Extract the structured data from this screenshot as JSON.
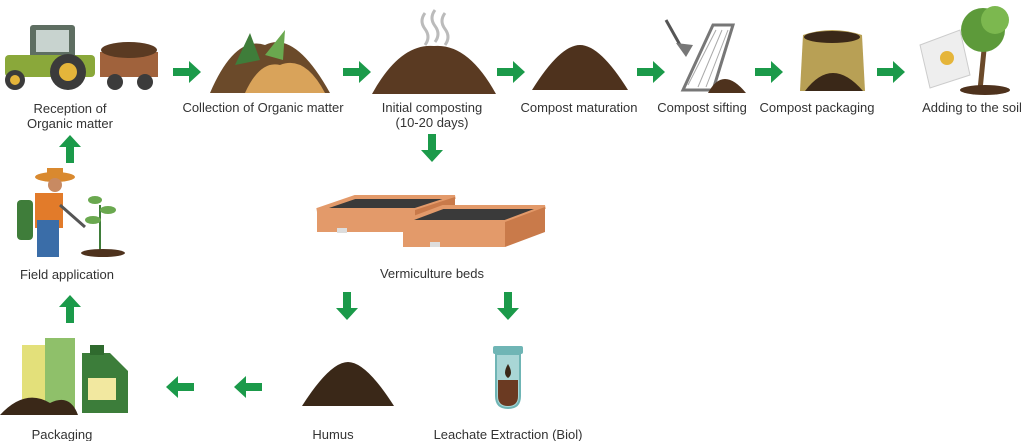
{
  "colors": {
    "arrow": "#1b9a4a",
    "compost": "#5a3a22",
    "bed": "#e39a6a",
    "text": "#333333"
  },
  "steps": {
    "reception": {
      "line1": "Reception of",
      "line2": "Organic matter"
    },
    "collection": "Collection of Organic matter",
    "initial": {
      "line1": "Initial composting",
      "line2": "(10-20 days)"
    },
    "maturation": "Compost maturation",
    "sifting": "Compost sifting",
    "packaging_compost": "Compost packaging",
    "soil": "Adding to the soil",
    "vermiculture": "Vermiculture beds",
    "humus": "Humus",
    "leachate": "Leachate Extraction (Biol)",
    "packaging": "Packaging",
    "field": "Field application"
  }
}
